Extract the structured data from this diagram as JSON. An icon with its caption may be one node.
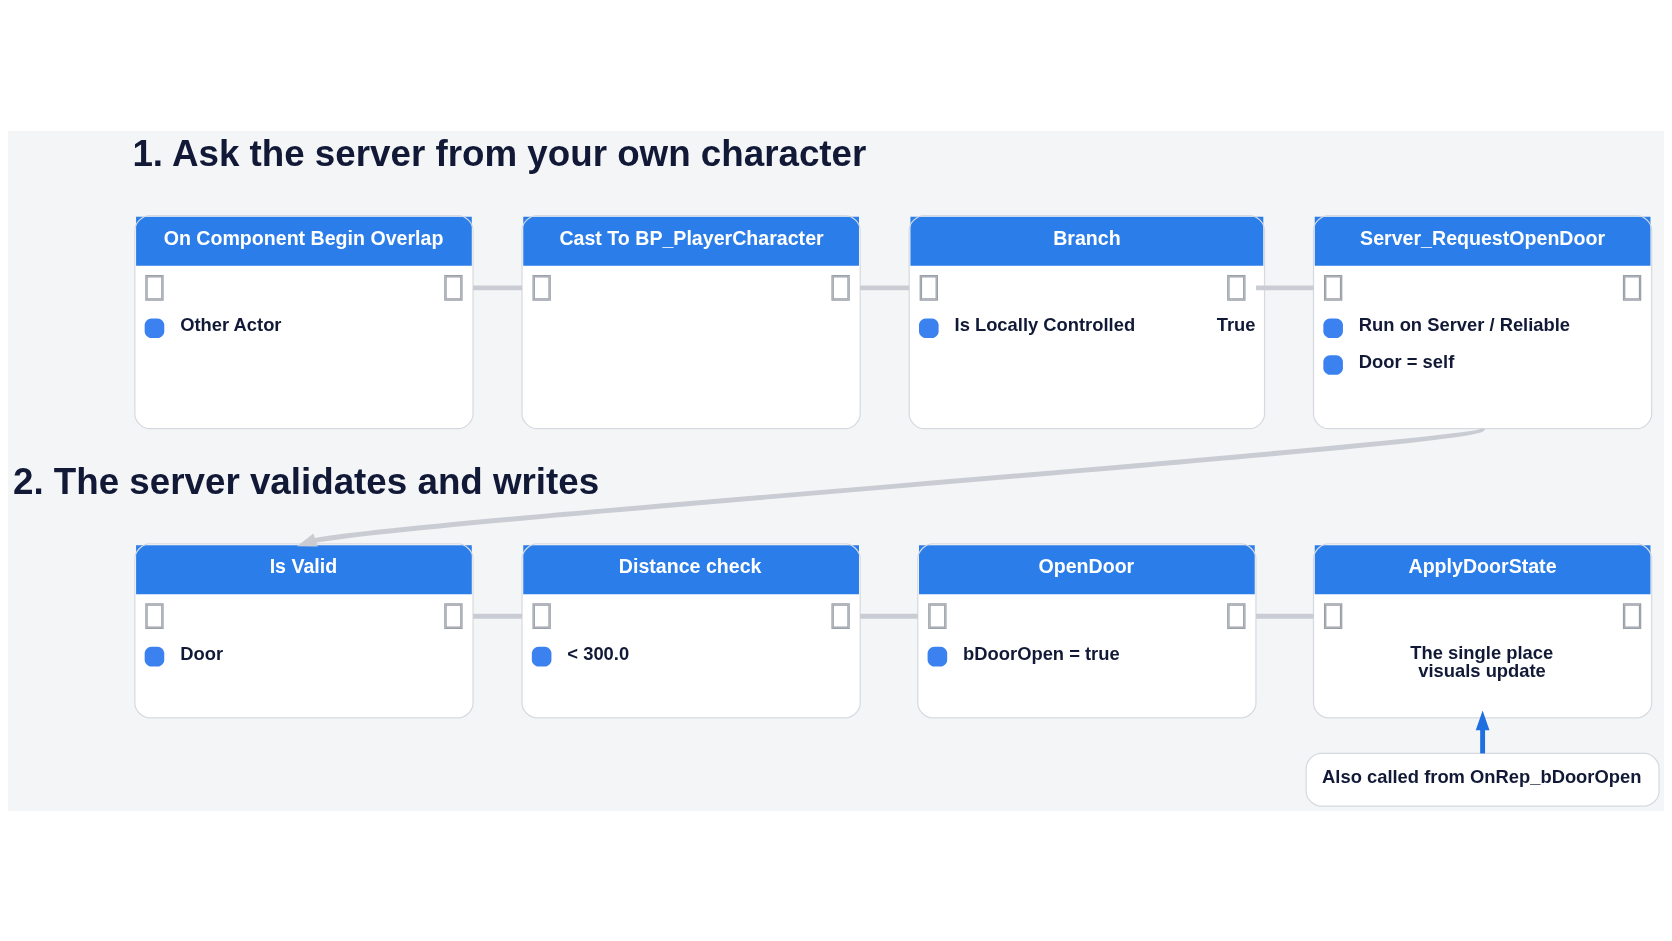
{
  "diagram": {
    "nodes": [
      {
        "text": [
          "On Component Begin Overlap",
          "Other Actor"
        ]
      },
      {
        "text": [
          "Cast To BP_PlayerCharacter"
        ]
      },
      {
        "text": [
          "Branch",
          "Is Locally Controlled",
          "True"
        ]
      },
      {
        "text": [
          "Server_RequestOpenDoor",
          "Run on Server / Reliable",
          "Door = self"
        ]
      },
      {
        "text": [
          "Is Valid",
          "Door"
        ]
      },
      {
        "text": [
          "Distance check",
          "< 300.0"
        ]
      },
      {
        "text": [
          "OpenDoor",
          "bDoorOpen = true"
        ]
      },
      {
        "text": [
          "ApplyDoorState",
          "The single place visuals update"
        ]
      },
      {
        "text": [
          "Also called from OnRep_bDoorOpen"
        ]
      }
    ],
    "edges": [
      {
        "from": 0,
        "to": 1,
        "arrow": "none"
      },
      {
        "from": 1,
        "to": 2,
        "arrow": "none"
      },
      {
        "from": 2,
        "to": 3,
        "arrow": "none"
      },
      {
        "from": 3,
        "to": 4,
        "arrow": "to"
      },
      {
        "from": 4,
        "to": 5,
        "arrow": "none"
      },
      {
        "from": 5,
        "to": 6,
        "arrow": "none"
      },
      {
        "from": 6,
        "to": 7,
        "arrow": "none"
      },
      {
        "from": 8,
        "to": 7,
        "arrow": "to",
        "color": "#1f6fe0"
      }
    ],
    "labels": [
      "1. Ask the server from your own character",
      "2. The server validates and writes"
    ]
  }
}
